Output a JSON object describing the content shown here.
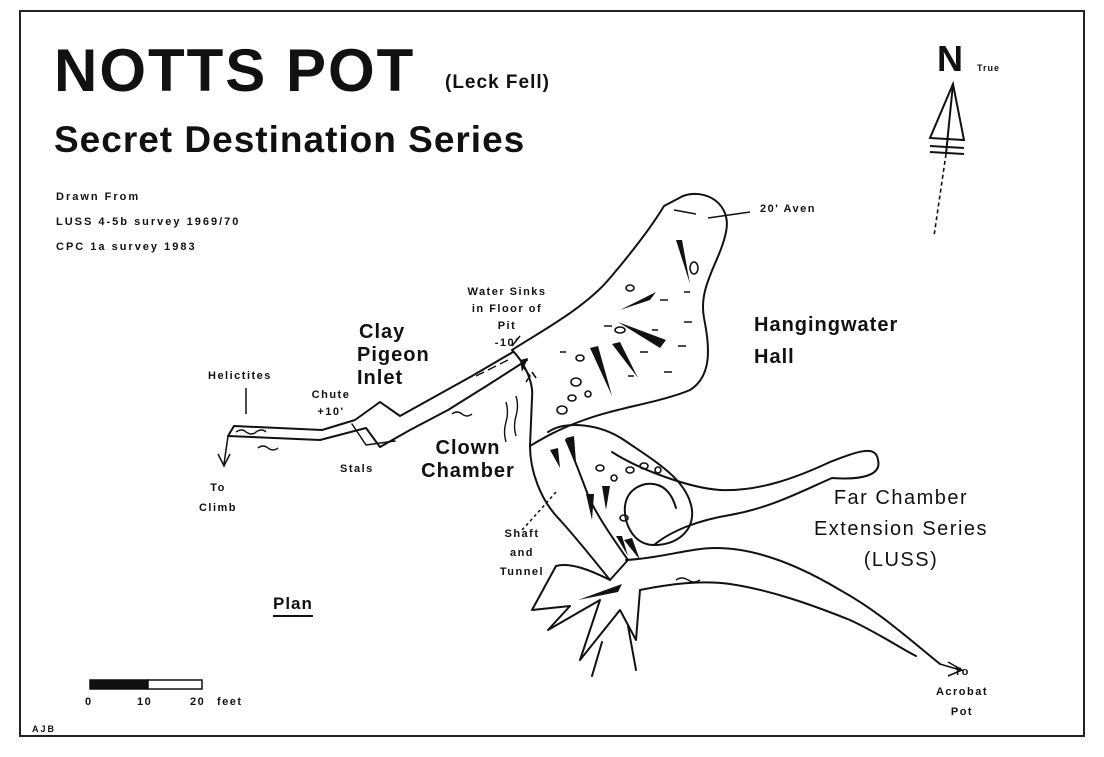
{
  "title": "NOTTS POT",
  "title_location": "(Leck Fell)",
  "subtitle": "Secret Destination Series",
  "credits": [
    "Drawn From",
    "LUSS  4-5b survey  1969/70",
    "CPC   1a survey  1983"
  ],
  "labels": {
    "aven": "20' Aven",
    "water_sinks": [
      "Water Sinks",
      "in Floor of",
      "Pit",
      "-10'"
    ],
    "clay_pigeon_inlet": [
      "Clay",
      "Pigeon",
      "Inlet"
    ],
    "hangingwater_hall": [
      "Hangingwater",
      "Hall"
    ],
    "helictites": "Helictites",
    "chute": [
      "Chute",
      "+10'"
    ],
    "to_climb": [
      "To",
      "Climb"
    ],
    "stals": "Stals",
    "clown_chamber": [
      "Clown",
      "Chamber"
    ],
    "far_chamber": [
      "Far Chamber",
      "Extension Series",
      "(LUSS)"
    ],
    "shaft_tunnel": [
      "Shaft",
      "and",
      "Tunnel"
    ],
    "to_acrobat_pot": [
      "To",
      "Acrobat",
      "Pot"
    ],
    "plan": "Plan"
  },
  "north": {
    "letter": "N",
    "note": "True"
  },
  "scale_bar": {
    "ticks": [
      "0",
      "10",
      "20"
    ],
    "unit": "feet"
  },
  "author": "AJB",
  "colors": {
    "ink": "#111111",
    "paper": "#ffffff"
  }
}
